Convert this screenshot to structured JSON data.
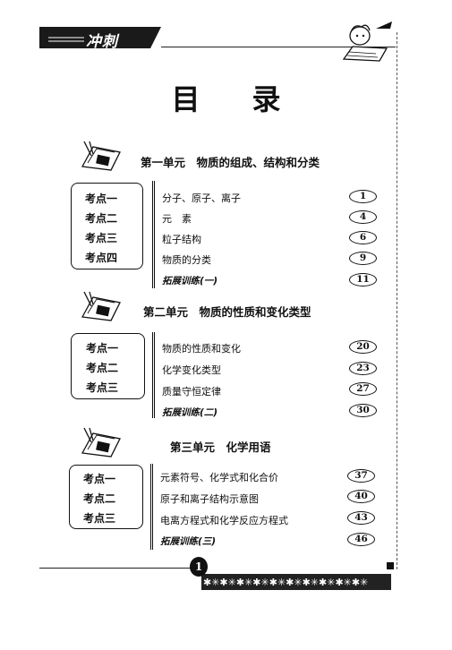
{
  "header": {
    "banner_text": "冲刺"
  },
  "title": "目录",
  "units": [
    {
      "title": "第一单元　物质的组成、结构和分类",
      "kaodian": [
        "考点一",
        "考点二",
        "考点三",
        "考点四"
      ],
      "topics": [
        {
          "label": "分子、原子、离子",
          "page": "1"
        },
        {
          "label": "元　素",
          "page": "4"
        },
        {
          "label": "粒子结构",
          "page": "6"
        },
        {
          "label": "物质的分类",
          "page": "9"
        }
      ],
      "training": {
        "label": "拓展训练(一)",
        "page": "11"
      }
    },
    {
      "title": "第二单元　物质的性质和变化类型",
      "kaodian": [
        "考点一",
        "考点二",
        "考点三"
      ],
      "topics": [
        {
          "label": "物质的性质和变化",
          "page": "20"
        },
        {
          "label": "化学变化类型",
          "page": "23"
        },
        {
          "label": "质量守恒定律",
          "page": "27"
        }
      ],
      "training": {
        "label": "拓展训练(二)",
        "page": "30"
      }
    },
    {
      "title": "第三单元　化学用语",
      "kaodian": [
        "考点一",
        "考点二",
        "考点三"
      ],
      "topics": [
        {
          "label": "元素符号、化学式和化合价",
          "page": "37"
        },
        {
          "label": "原子和离子结构示意图",
          "page": "40"
        },
        {
          "label": "电离方程式和化学反应方程式",
          "page": "43"
        }
      ],
      "training": {
        "label": "拓展训练(三)",
        "page": "46"
      }
    }
  ],
  "footer": {
    "page_number": "1"
  }
}
